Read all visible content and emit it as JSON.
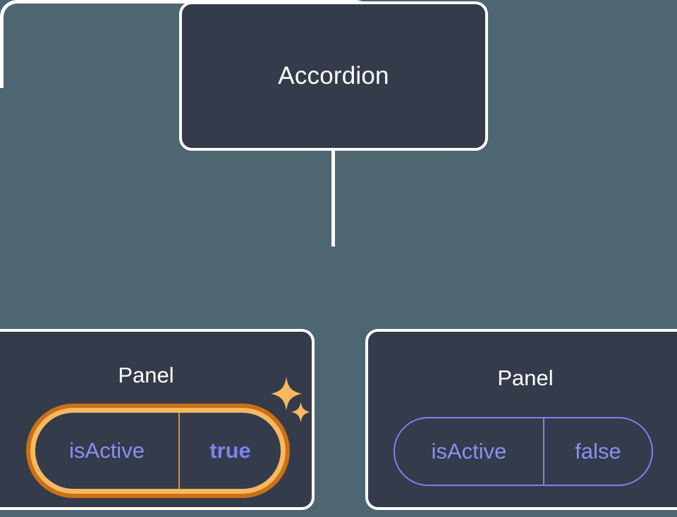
{
  "theme": {
    "background": "#4d6672",
    "card_fill": "#343b4a",
    "card_stroke": "#ffffff",
    "accent_purple": "#7c82f0",
    "highlight_outer": "#cc7015",
    "highlight_inner": "#f7b860"
  },
  "tree": {
    "root": {
      "title": "Accordion"
    },
    "children": [
      {
        "title": "Panel",
        "highlighted": true,
        "prop": {
          "key": "isActive",
          "value": "true"
        },
        "sparkles": [
          "sparkle-icon",
          "sparkle-icon"
        ]
      },
      {
        "title": "Panel",
        "highlighted": false,
        "prop": {
          "key": "isActive",
          "value": "false"
        }
      }
    ]
  }
}
